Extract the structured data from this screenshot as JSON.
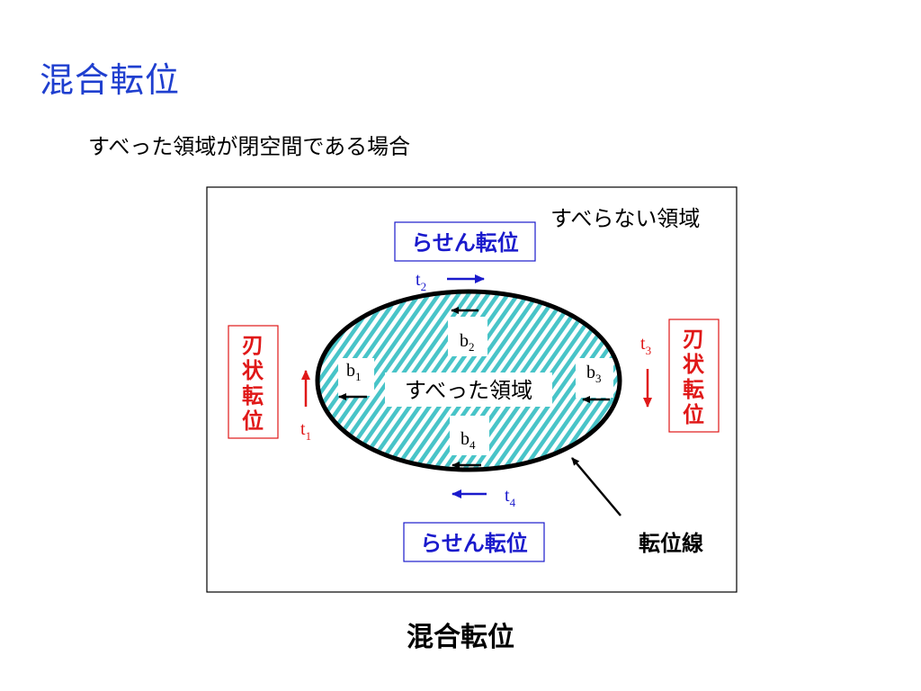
{
  "slide": {
    "title": "混合転位",
    "subtitle": "すべった領域が閉空間である場合",
    "caption": "混合転位"
  },
  "diagram": {
    "unslipped_region": "すべらない領域",
    "slipped_region": "すべった領域",
    "dislocation_line": "転位線",
    "screw_top": "らせん転位",
    "screw_bottom": "らせん転位",
    "edge_left": [
      "刃",
      "状",
      "転",
      "位"
    ],
    "edge_right": [
      "刃",
      "状",
      "転",
      "位"
    ],
    "burgers": {
      "b1": {
        "base": "b",
        "sub": "1"
      },
      "b2": {
        "base": "b",
        "sub": "2"
      },
      "b3": {
        "base": "b",
        "sub": "3"
      },
      "b4": {
        "base": "b",
        "sub": "4"
      }
    },
    "tangents": {
      "t1": {
        "base": "t",
        "sub": "1"
      },
      "t2": {
        "base": "t",
        "sub": "2"
      },
      "t3": {
        "base": "t",
        "sub": "3"
      },
      "t4": {
        "base": "t",
        "sub": "4"
      }
    },
    "colors": {
      "screw_accent": "#1a1acc",
      "edge_accent": "#e01818",
      "hatch_fill": "#48c4c8",
      "title": "#1f3fcf"
    }
  }
}
